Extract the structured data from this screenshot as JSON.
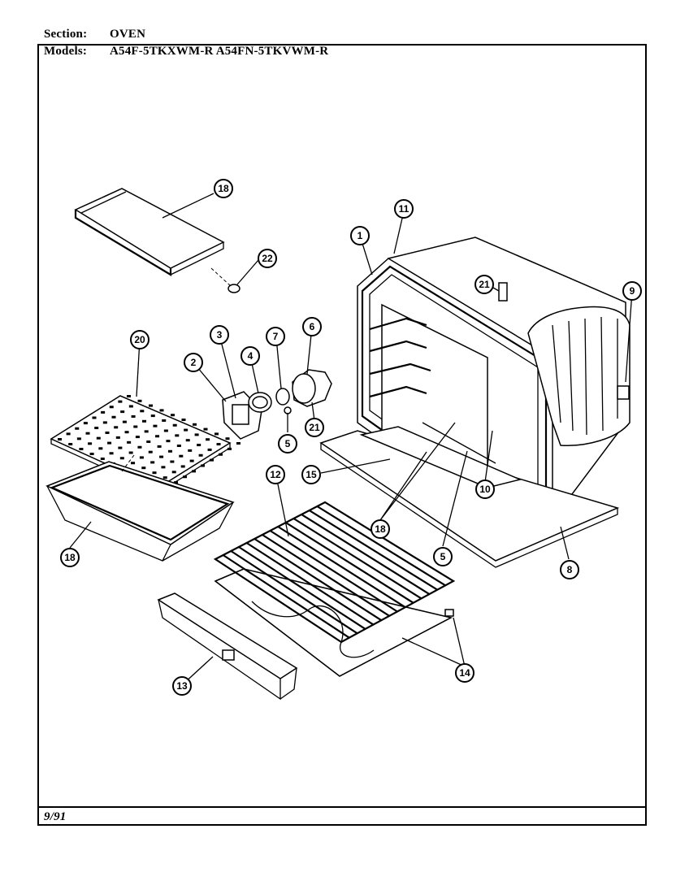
{
  "header": {
    "section_label": "Section:",
    "section_value": "OVEN",
    "models_label": "Models:",
    "models_value": "A54F-5TKXWM-R  A54FN-5TKVWM-R"
  },
  "footer": {
    "date": "9/91"
  },
  "callouts": [
    "18",
    "22",
    "11",
    "1",
    "21",
    "9",
    "20",
    "3",
    "7",
    "6",
    "4",
    "2",
    "21",
    "5",
    "15",
    "18",
    "10",
    "5",
    "8",
    "12",
    "18",
    "14",
    "13"
  ]
}
